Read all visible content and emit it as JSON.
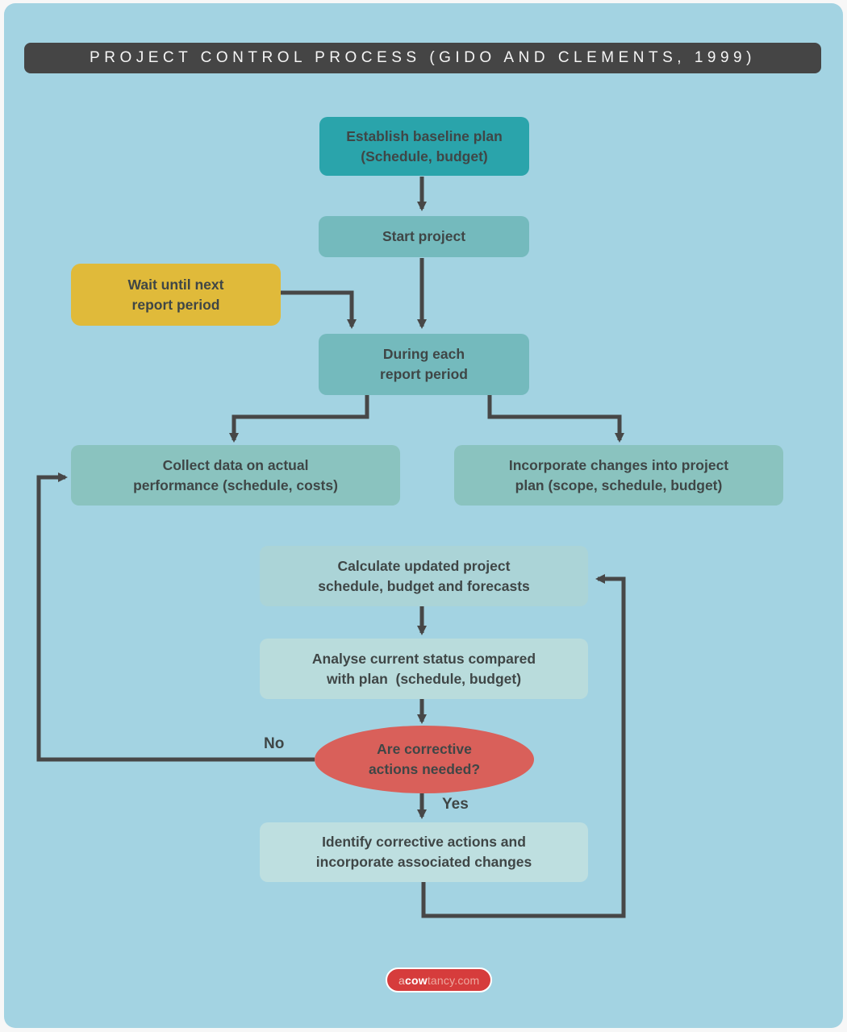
{
  "title": "PROJECT CONTROL PROCESS (GIDO AND CLEMENTS, 1999)",
  "nodes": {
    "establish": {
      "lines": [
        "Establish baseline plan",
        "(Schedule, budget)"
      ]
    },
    "start": {
      "lines": [
        "Start project"
      ]
    },
    "wait": {
      "lines": [
        "Wait until next",
        "report period"
      ]
    },
    "during": {
      "lines": [
        "During each",
        "report period"
      ]
    },
    "collect": {
      "lines": [
        "Collect data on actual",
        "performance (schedule, costs)"
      ]
    },
    "incorporate": {
      "lines": [
        "Incorporate changes into project",
        "plan (scope, schedule, budget)"
      ]
    },
    "calculate": {
      "lines": [
        "Calculate updated project",
        "schedule, budget and forecasts"
      ]
    },
    "analyse": {
      "lines": [
        "Analyse current status compared",
        "with plan  (schedule, budget)"
      ]
    },
    "decision": {
      "lines": [
        "Are corrective",
        "actions needed?"
      ]
    },
    "identify": {
      "lines": [
        "Identify corrective actions and",
        "incorporate associated changes"
      ]
    }
  },
  "decision_labels": {
    "no": "No",
    "yes": "Yes"
  },
  "footer": {
    "prefix": "a",
    "highlight": "cow",
    "suffix": "tancy.com"
  },
  "colors": {
    "background": "#a3d3e2",
    "title_bar": "#454545",
    "title_text": "#f5f5f5",
    "node_dark_teal": "#2aa4ab",
    "node_teal": "#74babd",
    "node_sage": "#8ac3bf",
    "node_pale_teal": "#abd4d7",
    "node_pale_cyan": "#b9dcdc",
    "node_palest_cyan": "#bedfe0",
    "node_yellow": "#e0ba3a",
    "decision_red": "#d9605a",
    "connector": "#474747",
    "node_text": "#3f4646",
    "footer_red": "#d63c3c"
  }
}
